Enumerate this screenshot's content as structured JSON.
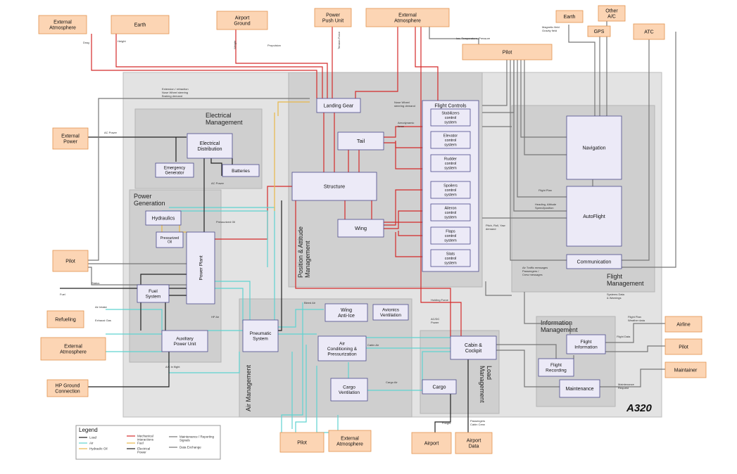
{
  "title": "A320",
  "groups": {
    "flight_management": "Flight\nManagement",
    "electrical_management": "Electrical\nManagement",
    "power_generation": "Power\nGeneration",
    "position_attitude": "Position & Attitude\nManagement",
    "air_management": "Air Management",
    "load_management": "Load\nManagement",
    "information_management": "Information\nManagement"
  },
  "external": {
    "external_atmosphere_tl": "External\nAtmosphere",
    "earth_tl": "Earth",
    "airport_ground": "Airport\nGround",
    "power_push_unit": "Power\nPush Unit",
    "external_atmosphere_top": "External\nAtmosphere",
    "earth_tr": "Earth",
    "other_ac": "Other\nA/C",
    "gps": "GPS",
    "atc": "ATC",
    "pilot_top": "Pilot",
    "external_power": "External\nPower",
    "pilot_left": "Pilot",
    "refueling": "Refueling",
    "external_atmosphere_left": "External\nAtmosphere",
    "hp_ground_connection": "HP Ground\nConnection",
    "pilot_bottom": "Pilot",
    "external_atmosphere_bottom": "External\nAtmosphere",
    "airport": "Airport",
    "airport_data": "Airport\nData",
    "airline": "Airline",
    "pilot_right": "Pilot",
    "maintainer": "Maintainer"
  },
  "internal": {
    "electrical_distribution": "Electrical\nDistribution",
    "emergency_generator": "Emergency\nGenerator",
    "batteries": "Batteries",
    "hydraulics": "Hydraulics",
    "power_plant": "Power Plant",
    "fuel_system": "Fuel\nSystem",
    "auxiliary_power_unit": "Auxiliary\nPower Unit",
    "landing_gear": "Landing Gear",
    "tail": "Tail",
    "structure": "Structure",
    "wing": "Wing",
    "flight_controls": "Flight Controls",
    "stabilizers": "Stabilizers\ncontrol\nsystem",
    "elevator": "Elevator\ncontrol\nsystem",
    "rudder": "Rudder\ncontrol\nsystem",
    "spoilers": "Spoilers\ncontrol\nsystem",
    "aileron": "Aileron\ncontrol\nsystem",
    "flaps": "Flaps\ncontrol\nsystem",
    "slats": "Slats\ncontrol\nsystem",
    "navigation": "Navigation",
    "autoflight": "AutoFlight",
    "communication": "Communication",
    "wing_anti_ice": "Wing\nAnti-Ice",
    "avionics_ventilation": "Avionics\nVentilation",
    "pneumatic_system": "Pneumatic\nSystem",
    "air_conditioning": "Air\nConditioning &\nPressurization",
    "cargo_ventilation": "Cargo\nVentilation",
    "cabin_cockpit": "Cabin &\nCockpit",
    "cargo": "Cargo",
    "flight_information": "Flight\nInformation",
    "flight_recording": "Flight\nRecording",
    "maintenance": "Maintenance",
    "pressurized_oil": "Pressurized\nOil"
  },
  "edge_labels": {
    "drag": "Drag",
    "height": "Height",
    "weight": "Weight",
    "propulsion": "Propulsion",
    "tension_force": "Tension Force",
    "ice_temp_pressure": "Ice, Temperature, Pressure",
    "magnetic_field": "Magnetic field\nGravity field",
    "ac_power": "AC Power",
    "ac_power2": "AC Power",
    "status": "Status",
    "fuel": "Fuel",
    "air_intake": "Air Intake",
    "exhaust_gas": "Exhaust Gas",
    "ac_in_flight": "A/C in flight",
    "pressurized_oil_edge": "Pressurized Oil",
    "hp_air": "HP Air",
    "bleed_air": "Bleed Air",
    "cabin_air": "Cabin Air",
    "cargo_air": "Cargo Air",
    "freight": "Freight",
    "passengers": "Passengers\nCabin Crew",
    "flight_plan": "Flight Plan\nWeather data",
    "flight_data": "Flight Data",
    "maintenance_request": "Maintenance\nRequest",
    "air_traffic": "Air Traffic messages\nPassengers /\nCrew messages",
    "systems_data": "Systems Data\n& Warnings",
    "extension": "Extension / retraction\nNose Wheel steering\nBraking demand",
    "nose_wheel": "Nose Wheel\nsteering demand",
    "pitch_roll_yaw": "Pitch, Roll, Yaw\ndemand",
    "flight_plan2": "Flight Plan",
    "heading": "Heading, Altitude\nSpeed/position",
    "aero_force": "Aerodynamic\nforce",
    "holding_force": "Holding Force",
    "ac_dc_power": "AC/DC\nPower"
  },
  "legend": {
    "title": "Legend",
    "items": [
      "Load",
      "Air",
      "Hydraulic Oil",
      "Mechanical\ninteractions",
      "Fuel",
      "Electrical\nPower",
      "Maintenance / Reporting\nSignals",
      "Data Exchange"
    ]
  },
  "colors": {
    "external_fill": "#fcd5b4",
    "external_stroke": "#e2934f",
    "internal_fill": "#eceaf7",
    "internal_stroke": "#4b4a8a",
    "group_fill": "#d3d3d3",
    "outer_fill": "#dcdcdc",
    "red": "#d42a2a",
    "cyan": "#5fd3d0",
    "yellow": "#e8b84a",
    "black": "#222222",
    "gray": "#777777"
  }
}
